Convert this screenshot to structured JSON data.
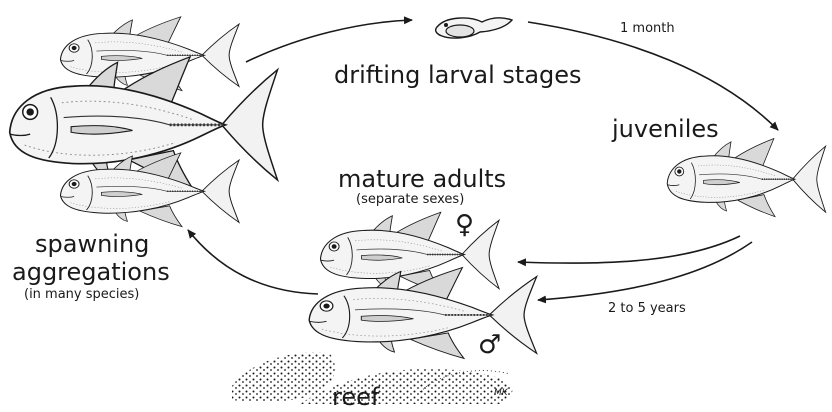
{
  "labels": {
    "larval": "drifting larval stages",
    "one_month": "1 month",
    "juveniles": "juveniles",
    "mature": "mature adults",
    "sexes": "(separate sexes)",
    "female": "♀",
    "male": "♂",
    "spawning": "spawning",
    "aggregations": "aggregations",
    "many_species": "(in many species)",
    "years": "2 to 5 years",
    "reef": "reef",
    "signature": "MK"
  },
  "colors": {
    "ink": "#1a1a1a",
    "fin": "#555555",
    "body": "#f4f4f4"
  }
}
